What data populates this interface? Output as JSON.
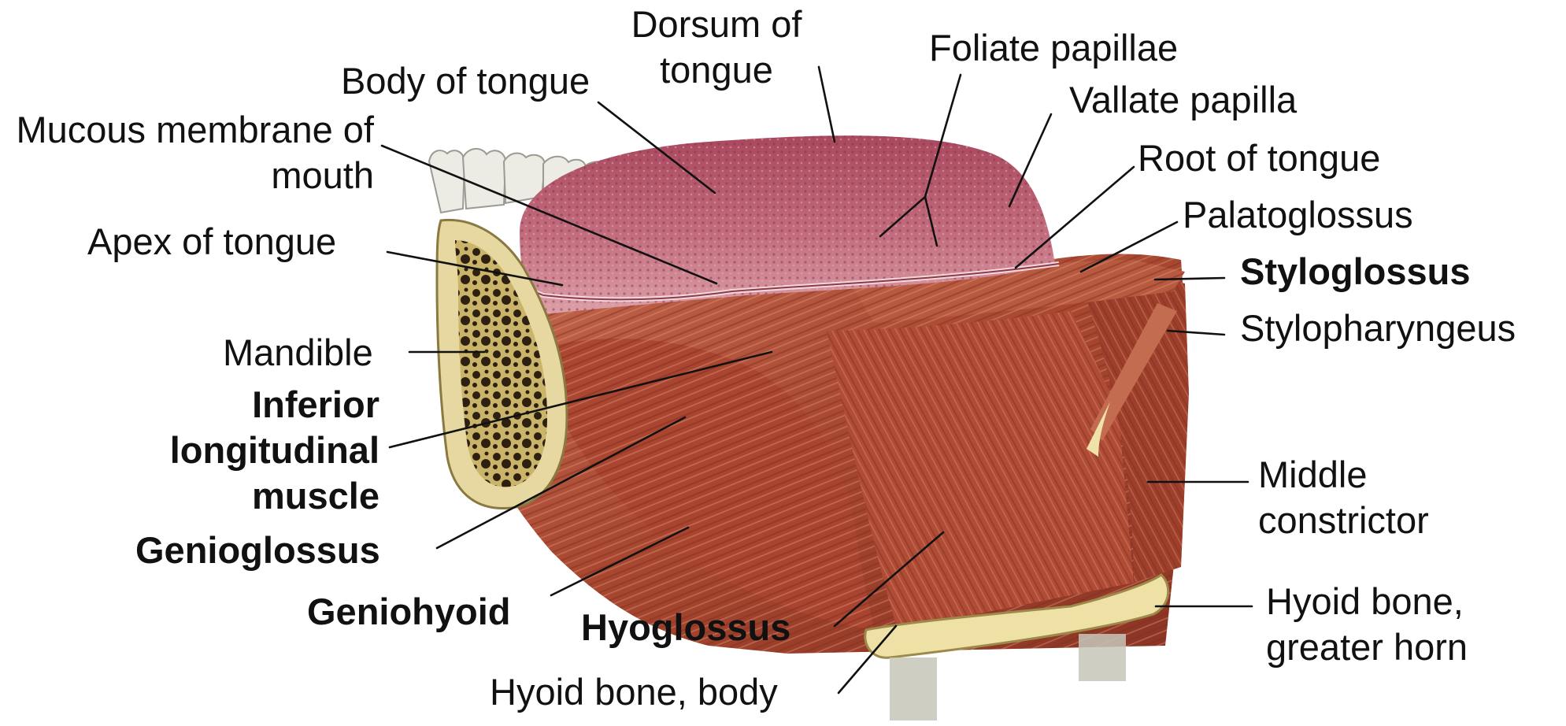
{
  "colors": {
    "muscle": "#b5533f",
    "muscle_dark": "#7c2c20",
    "tongue": "#b9586a",
    "tongue_light": "#d88a97",
    "bone": "#e9d9a0",
    "bone_dark": "#3b2a12",
    "teeth": "#eceae3",
    "hyoid": "#efe1a6"
  },
  "labels": {
    "dorsum": "Dorsum of tongue",
    "foliate": "Foliate papillae",
    "body_of_tongue": "Body of tongue",
    "vallate": "Vallate papilla",
    "mucous": "Mucous membrane of mouth",
    "root": "Root of tongue",
    "palatoglossus": "Palatoglossus",
    "apex": "Apex of tongue",
    "styloglossus": "Styloglossus",
    "stylopharyngeus": "Stylopharyngeus",
    "mandible": "Mandible",
    "inferior_longitudinal": "Inferior longitudinal muscle",
    "middle_constrictor": "Middle constrictor",
    "genioglossus": "Genioglossus",
    "geniohyoid": "Geniohyoid",
    "hyoglossus": "Hyoglossus",
    "hyoid_greater_horn": "Hyoid bone, greater horn",
    "hyoid_body": "Hyoid bone, body"
  }
}
